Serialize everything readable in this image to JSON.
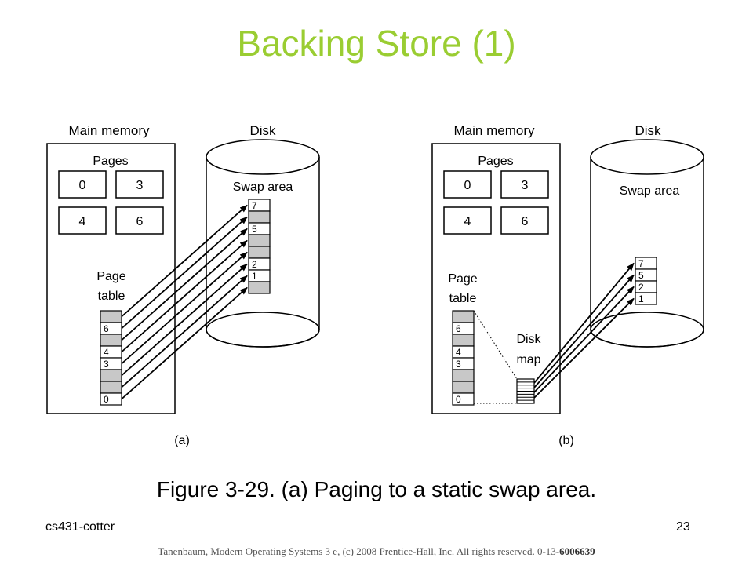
{
  "slide": {
    "title": "Backing Store (1)",
    "caption": "Figure 3-29. (a) Paging to a static swap area.",
    "footer_left": "cs431-cotter",
    "page_number": "23",
    "copyright_text": "Tanenbaum, Modern Operating Systems 3 e, (c) 2008 Prentice-Hall, Inc. All rights reserved. 0-13-",
    "copyright_isbn_end": "6006639"
  },
  "diagram_a": {
    "main_memory_label": "Main memory",
    "disk_label": "Disk",
    "pages_label": "Pages",
    "pages": [
      "0",
      "3",
      "4",
      "6"
    ],
    "page_table_label_1": "Page",
    "page_table_label_2": "table",
    "swap_area_label": "Swap area",
    "page_table_entries": [
      "",
      "6",
      "",
      "4",
      "3",
      "",
      "",
      "0"
    ],
    "swap_slots": [
      "7",
      "",
      "5",
      "",
      "",
      "2",
      "1",
      ""
    ],
    "sublabel": "(a)"
  },
  "diagram_b": {
    "main_memory_label": "Main memory",
    "disk_label": "Disk",
    "pages_label": "Pages",
    "pages": [
      "0",
      "3",
      "4",
      "6"
    ],
    "page_table_label_1": "Page",
    "page_table_label_2": "table",
    "disk_map_label_1": "Disk",
    "disk_map_label_2": "map",
    "swap_area_label": "Swap area",
    "page_table_entries": [
      "",
      "6",
      "",
      "4",
      "3",
      "",
      "",
      "0"
    ],
    "swap_slots": [
      "7",
      "5",
      "2",
      "1"
    ],
    "sublabel": "(b)"
  }
}
